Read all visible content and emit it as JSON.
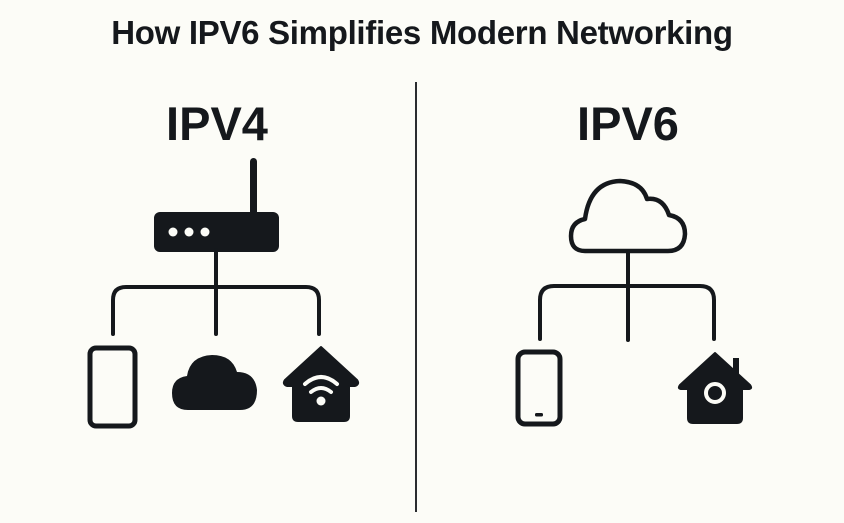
{
  "title": "How IPV6 Simplifies Modern Networking",
  "left_panel": {
    "heading": "IPV4",
    "root": {
      "icon": "router-icon"
    },
    "children": [
      {
        "icon": "smartphone-icon"
      },
      {
        "icon": "cloud-filled-icon"
      },
      {
        "icon": "smart-home-wifi-icon"
      }
    ]
  },
  "right_panel": {
    "heading": "IPV6",
    "root": {
      "icon": "cloud-outline-icon"
    },
    "children": [
      {
        "icon": "smartphone-icon"
      },
      {
        "icon": "smart-home-camera-icon"
      }
    ]
  },
  "colors": {
    "background": "#fcfcf7",
    "ink": "#15181c"
  }
}
